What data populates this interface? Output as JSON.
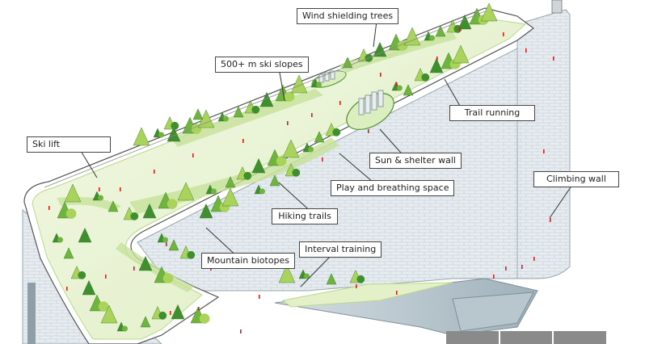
{
  "labels": {
    "wind": "Wind shielding trees",
    "ski": "500+ m ski slopes",
    "skilift": "Ski lift",
    "trail": "Trail running",
    "sun": "Sun & shelter wall",
    "play": "Play and breathing space",
    "climbing": "Climbing wall",
    "hiking": "Hiking trails",
    "mountain": "Mountain biotopes",
    "interval": "Interval training"
  },
  "colors": {
    "slope": "#eef6d8",
    "slope_edge": "#b9d98a",
    "facade": "#e4eaee",
    "brick": "#c9d3da",
    "tree_dark": "#3f8f2e",
    "tree_mid": "#6fb43c",
    "tree_light": "#a9d35a",
    "people": "#d42020"
  }
}
